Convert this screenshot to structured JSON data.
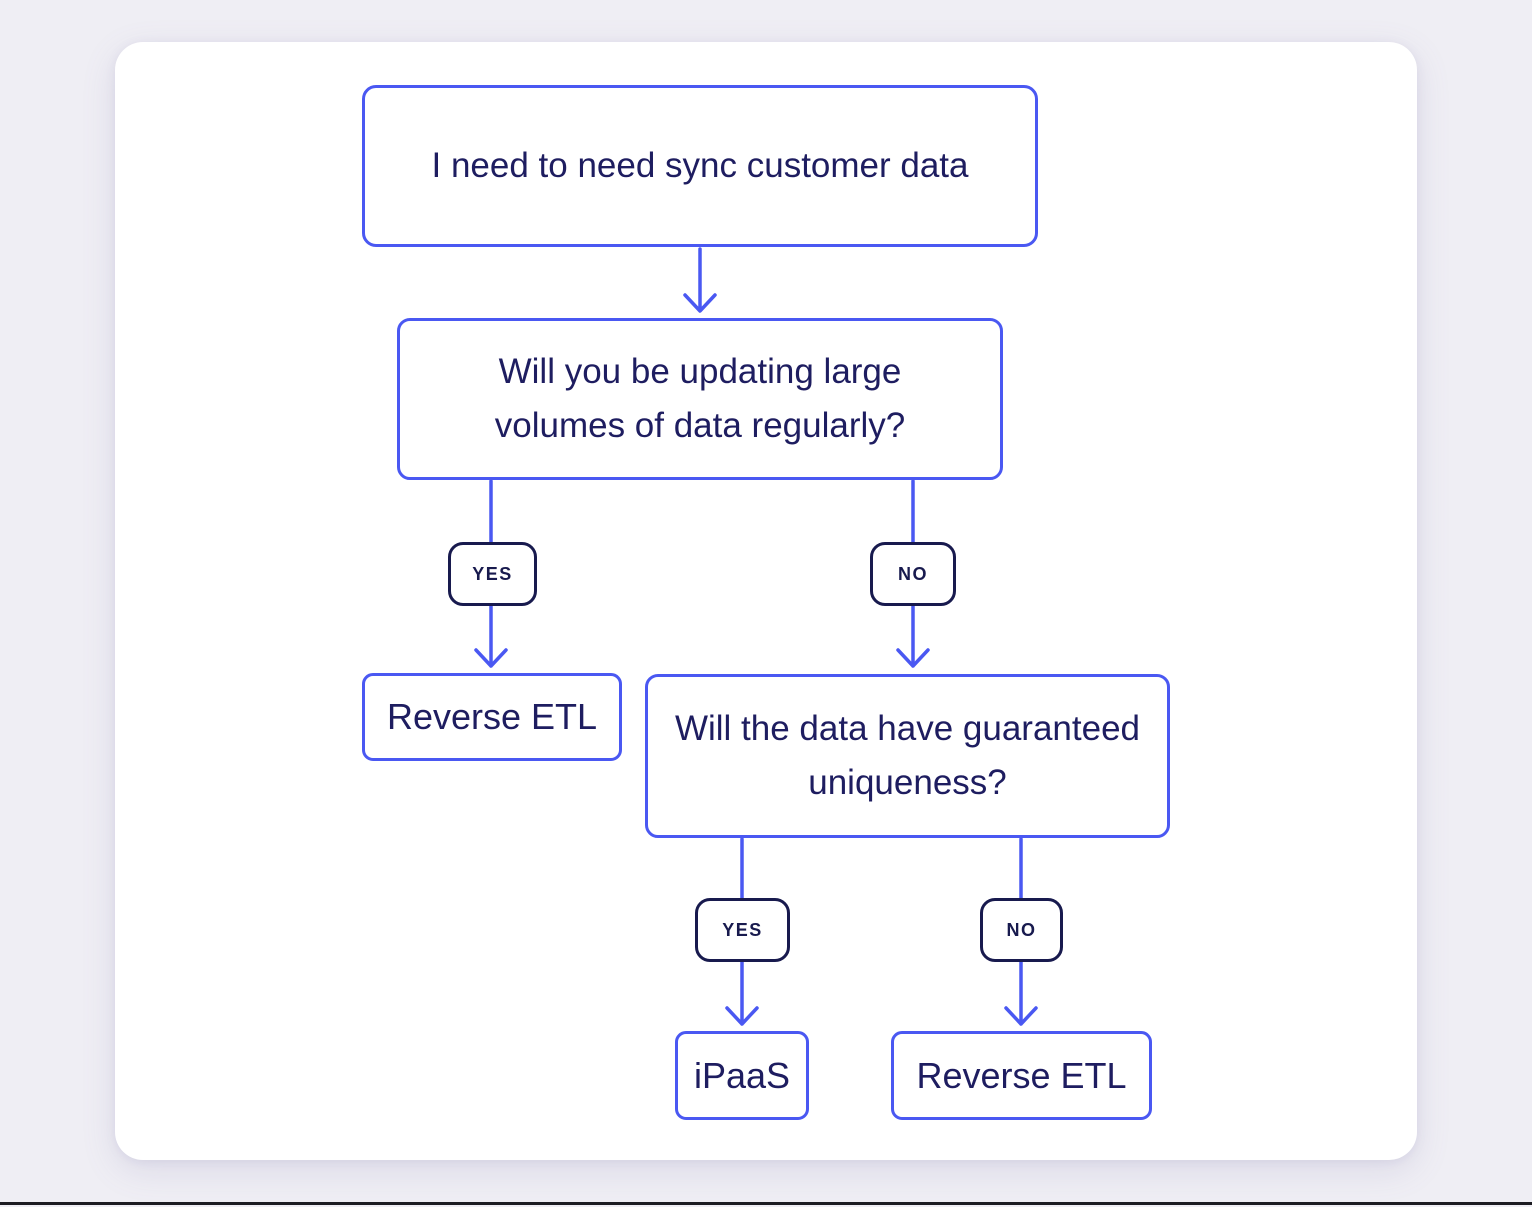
{
  "colors": {
    "background": "#efeef4",
    "card": "#ffffff",
    "node_border": "#4a58f2",
    "connector": "#4a58f2",
    "node_text": "#1e1d60",
    "badge_border": "#181a4e",
    "badge_text": "#181a4e",
    "bottom_rule": "#1c1c22"
  },
  "diagram": {
    "type": "flowchart-decision-tree",
    "nodes": {
      "start": "I need to need sync customer data",
      "q_volume": "Will you be updating large volumes of data regularly?",
      "outcome_reverse_etl_left": "Reverse ETL",
      "q_uniqueness": "Will the data have guaranteed uniqueness?",
      "outcome_ipaas": "iPaaS",
      "outcome_reverse_etl_right": "Reverse ETL"
    },
    "badges": {
      "q_volume_yes": "YES",
      "q_volume_no": "NO",
      "q_uniqueness_yes": "YES",
      "q_uniqueness_no": "NO"
    },
    "edges": [
      {
        "from": "start",
        "to": "q_volume",
        "label": ""
      },
      {
        "from": "q_volume",
        "to": "outcome_reverse_etl_left",
        "label": "YES"
      },
      {
        "from": "q_volume",
        "to": "q_uniqueness",
        "label": "NO"
      },
      {
        "from": "q_uniqueness",
        "to": "outcome_ipaas",
        "label": "YES"
      },
      {
        "from": "q_uniqueness",
        "to": "outcome_reverse_etl_right",
        "label": "NO"
      }
    ]
  }
}
